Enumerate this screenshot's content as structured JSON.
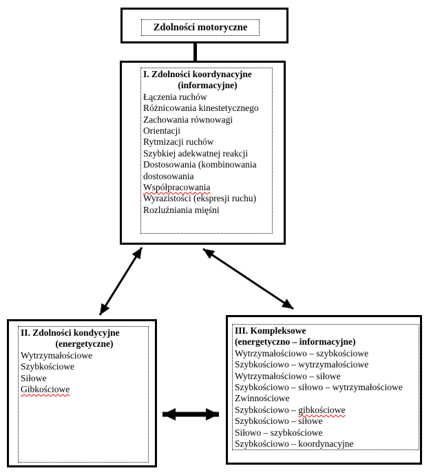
{
  "diagram": {
    "top_box": {
      "title": "Zdolności motoryczne"
    },
    "box_coordination": {
      "heading": "I. Zdolności koordynacyjne",
      "subheading": "(informacyjne)",
      "items": [
        {
          "t": "Łączenia ruchów"
        },
        {
          "t": "Różnicowania kinestetycznego"
        },
        {
          "t": "Zachowania równowagi"
        },
        {
          "t": "Orientacji"
        },
        {
          "t": "Rytmizacji ruchów"
        },
        {
          "t": "Szybkiej adekwatnej reakcji"
        },
        {
          "t": "Dostosowania (kombinowania"
        },
        {
          "t": "dostosowania"
        },
        {
          "u": "Współpracowania"
        },
        {
          "t": "Wyrazistości (ekspresji ruchu)"
        },
        {
          "t": "Rozluźniania mięśni"
        }
      ]
    },
    "box_condition": {
      "heading": "II. Zdolności kondycyjne",
      "subheading": "(energetyczne)",
      "items": [
        {
          "t": "Wytrzymałościowe"
        },
        {
          "t": "Szybkościowe"
        },
        {
          "t": "Siłowe"
        },
        {
          "u": "Gibkościowe"
        }
      ]
    },
    "box_complex": {
      "heading": "III. Kompleksowe",
      "subheading": "(energetyczno – informacyjne)",
      "items": [
        {
          "t": "Wytrzymałościowo – szybkościowe"
        },
        {
          "t": "Szybkościowo – wytrzymałościowe"
        },
        {
          "t": "Wytrzymałościowo – siłowe"
        },
        {
          "t": "Szybkościowo – siłowo – wytrzymałościowe"
        },
        {
          "t": "Zwinnościowe"
        },
        {
          "t": "Szybkościowo – ",
          "u": "gibkościowe"
        },
        {
          "t": "Szybkościowo – siłowe"
        },
        {
          "t": "Siłowo – szybkościowe"
        },
        {
          "t": "Szybkościowo – koordynacyjne"
        }
      ]
    },
    "colors": {
      "border": "#000000",
      "spellcheck_underline": "#ff0000",
      "background": "#ffffff"
    }
  }
}
